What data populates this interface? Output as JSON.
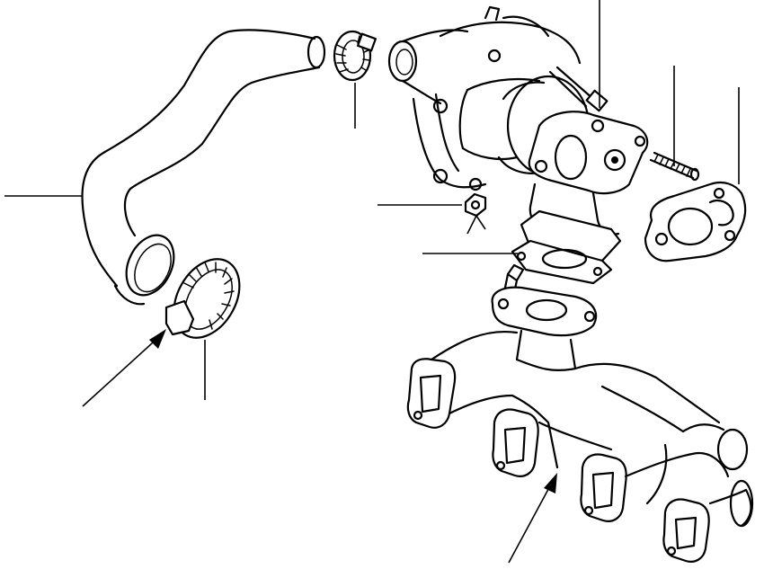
{
  "figure": {
    "background": "#ffffff",
    "ink": "#000000",
    "parts": [
      "upper-hose",
      "hose-clamp-top",
      "hose-clamp-bottom",
      "turbocharger",
      "stud",
      "gasket-turbo-outlet",
      "nut",
      "gasket-manifold",
      "exhaust-manifold"
    ]
  }
}
